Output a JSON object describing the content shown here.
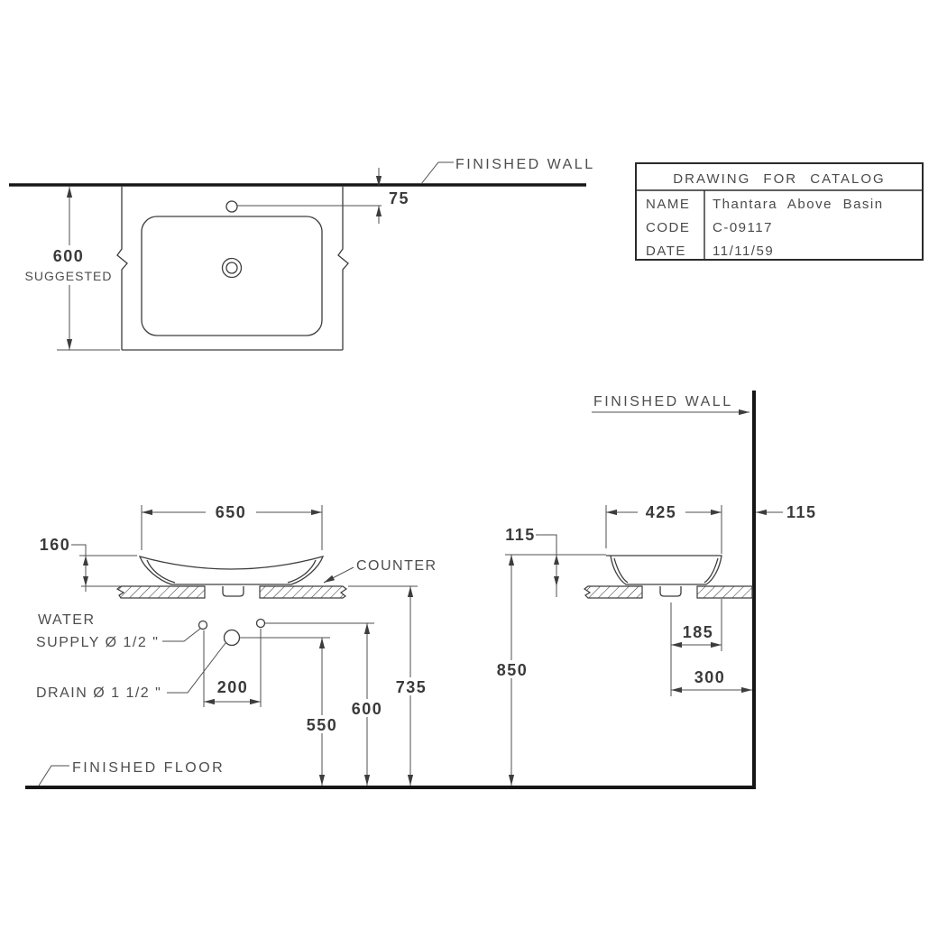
{
  "title_block": {
    "title": "DRAWING FOR CATALOG",
    "rows": [
      {
        "label": "NAME",
        "value": "Thantara Above Basin"
      },
      {
        "label": "CODE",
        "value": "C-09117"
      },
      {
        "label": "DATE",
        "value": "11/11/59"
      }
    ]
  },
  "plan_view": {
    "finished_wall_label": "FINISHED WALL",
    "faucet_offset": "75",
    "depth": "600",
    "depth_note": "SUGGESTED"
  },
  "front_view": {
    "basin_width": "650",
    "basin_height": "160",
    "counter_label": "COUNTER",
    "water_supply_line1": "WATER",
    "water_supply_line2": "SUPPLY Ø 1/2 \"",
    "drain_label": "DRAIN Ø 1 1/2 \"",
    "supply_spacing": "200",
    "drain_height": "550",
    "supply_height": "600",
    "counter_height": "735",
    "finished_floor_label": "FINISHED FLOOR"
  },
  "side_view": {
    "finished_wall_label": "FINISHED WALL",
    "basin_depth": "425",
    "back_clearance": "115",
    "basin_rim_height": "115",
    "drain_to_back": "185",
    "drain_to_wall": "300",
    "rim_height_from_floor": "850"
  }
}
